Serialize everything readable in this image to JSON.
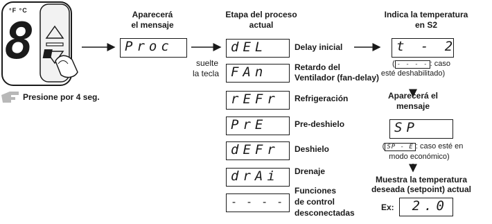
{
  "controller": {
    "unit_label": "°F °C",
    "digit": "8."
  },
  "press_instruction": "Presione por 4 seg.",
  "col1": {
    "title_line1": "Aparecerá",
    "title_line2": "el mensaje",
    "display": "Proc"
  },
  "release_key": {
    "line1": "suelte",
    "line2": "la tecla"
  },
  "col2": {
    "title_line1": "Etapa del proceso",
    "title_line2": "actual",
    "stages": [
      {
        "display": "dEL",
        "label_line1": "Delay inicial",
        "label_line2": "",
        "label_line3": ""
      },
      {
        "display": "FAn",
        "label_line1": "Retardo del",
        "label_line2": "Ventilador (fan-delay)",
        "label_line3": ""
      },
      {
        "display": "rEFr",
        "label_line1": "Refrigeración",
        "label_line2": "",
        "label_line3": ""
      },
      {
        "display": "PrE",
        "label_line1": "Pre-deshielo",
        "label_line2": "",
        "label_line3": ""
      },
      {
        "display": "dEFr",
        "label_line1": "Deshielo",
        "label_line2": "",
        "label_line3": ""
      },
      {
        "display": "drAi",
        "label_line1": "Drenaje",
        "label_line2": "",
        "label_line3": ""
      },
      {
        "display": "- - - -",
        "label_line1": "Funciones",
        "label_line2": "de control",
        "label_line3": "desconectadas"
      }
    ]
  },
  "col3": {
    "title_line1": "Indica la temperatura",
    "title_line2": "en S2",
    "display_s2": "t - 2",
    "note1_open": "(",
    "note1_mini": "- - - -",
    "note1_text": ": caso",
    "note1_line2": "esté deshabilitado)",
    "msg_title_line1": "Aparecerá el",
    "msg_title_line2": "mensaje",
    "display_sp": "SP",
    "note2_open": "(",
    "note2_mini": "SP - E",
    "note2_text": ": caso esté en",
    "note2_line2": "modo económico)",
    "setpoint_title_line1": "Muestra la temperatura",
    "setpoint_title_line2": "deseada (setpoint) actual",
    "example_label": "Ex:",
    "example_value": "2.0"
  }
}
